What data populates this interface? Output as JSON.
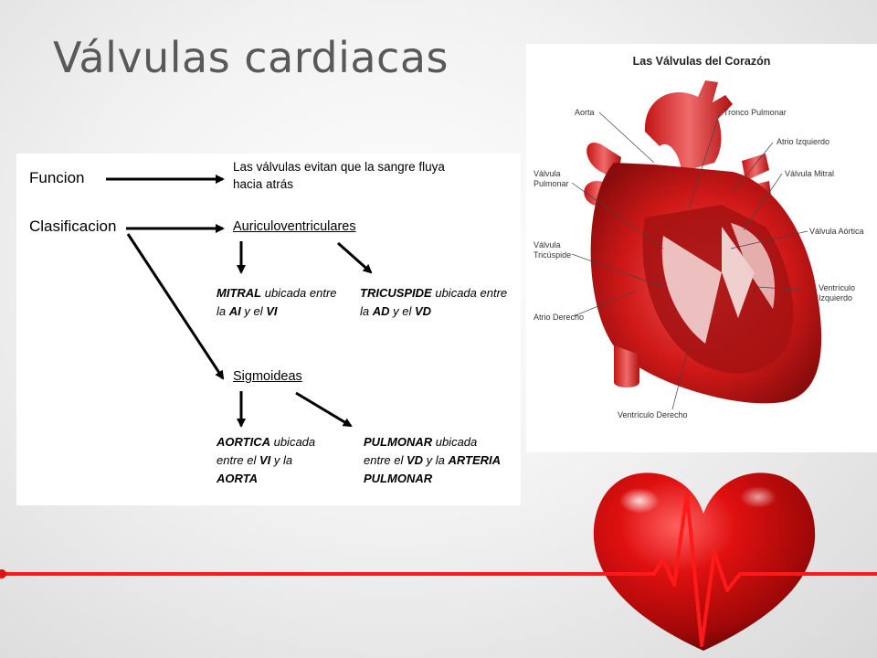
{
  "slide": {
    "title": "Válvulas cardiacas"
  },
  "diagram": {
    "funcion_label": "Funcion",
    "funcion_text_line1": "Las válvulas evitan que la sangre fluya",
    "funcion_text_line2": "hacia atrás",
    "clasificacion_label": "Clasificacion",
    "auriculo_label": "Auriculoventriculares",
    "sigmoideas_label": "Sigmoideas",
    "mitral": {
      "name": "MITRAL",
      "desc1": " ubicada entre",
      "prefix2": "la ",
      "a": "AI",
      "mid": " y el ",
      "b": "VI"
    },
    "tricuspide": {
      "name": "TRICUSPIDE",
      "desc1": " ubicada entre",
      "prefix2": "la ",
      "a": "AD",
      "mid": " y el ",
      "b": "VD"
    },
    "aortica": {
      "name": "AORTICA",
      "desc1": " ubicada",
      "prefix2": "entre el ",
      "a": "VI",
      "mid": " y  la",
      "line3": "AORTA"
    },
    "pulmonar": {
      "name": "PULMONAR",
      "desc1": " ubicada",
      "prefix2": "entre el ",
      "a": "VD",
      "mid": " y la ",
      "b": "ARTERIA",
      "line3": "PULMONAR"
    }
  },
  "anatomy": {
    "title": "Las Válvulas del Corazón",
    "labels": {
      "aorta": "Aorta",
      "tronco": "Tronco Pulmonar",
      "atrio_izq": "Atrio Izquierdo",
      "valv_pulmonar_1": "Válvula",
      "valv_pulmonar_2": "Pulmonar",
      "valv_mitral": "Válvula Mitral",
      "valv_aortica": "Válvula Aórtica",
      "valv_tricuspide_1": "Válvula",
      "valv_tricuspide_2": "Tricúspide",
      "ventr_izq_1": "Ventrículo",
      "ventr_izq_2": "Izquierdo",
      "atrio_der": "Atrio Derecho",
      "ventr_der": "Ventrículo Derecho"
    }
  },
  "colors": {
    "accent_red": "#e21b1b",
    "dark_red": "#8e0f0f",
    "title_gray": "#595959"
  },
  "icons": [
    "heart-icon",
    "heartbeat-line"
  ]
}
